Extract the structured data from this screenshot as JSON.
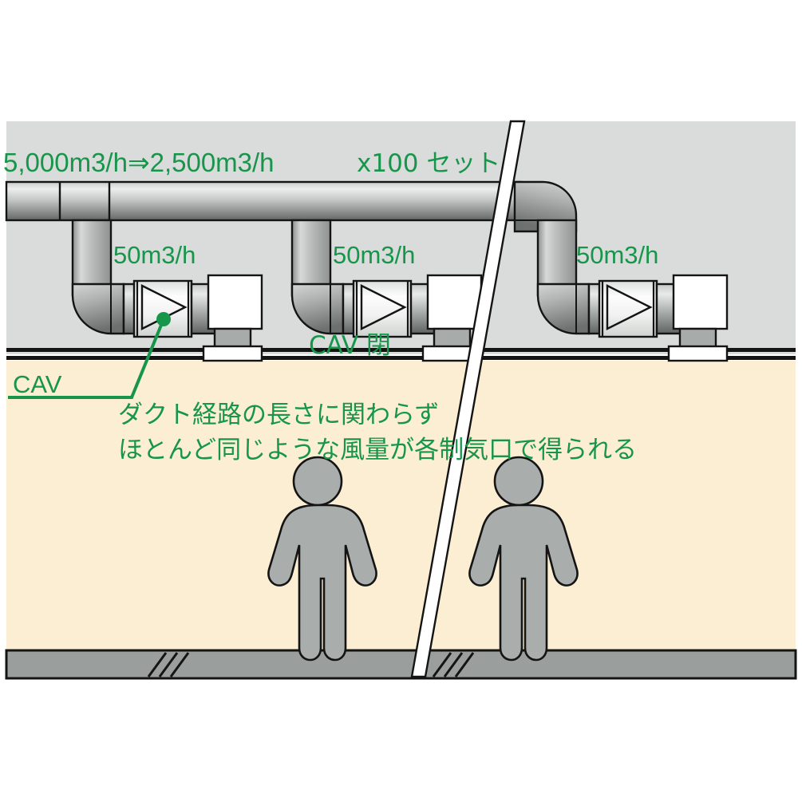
{
  "diagram": {
    "title": "CAV (Constant Air Volume) duct distribution diagram",
    "colors": {
      "annotation_green": "#17964b",
      "plenum_gray": "#d9dcda",
      "room_cream": "#fbeed3",
      "duct_light": "#e9ebea",
      "duct_mid": "#b9bcba",
      "duct_dark": "#6e7270",
      "slab_gray": "#9a9e9c",
      "figure_gray": "#a9aead",
      "outline_black": "#141414",
      "white": "#ffffff"
    },
    "labels": {
      "main_flow": "5,000m3/h⇒2,500m3/h",
      "set_count": "x100 セット",
      "branch_flow_1": "50m3/h",
      "branch_flow_2": "50m3/h",
      "branch_flow_3": "50m3/h",
      "cav_closed": "CAV 閉",
      "cav_callout": "CAV",
      "note_line_1": "ダクト経路の長さに関わらず",
      "note_line_2": "ほとんど同じような風量が各制気口で得られる"
    },
    "elements": {
      "main_duct_name": "main-supply-duct",
      "branch_count": 3,
      "cav_unit_name": "cav-damper",
      "diffuser_name": "ceiling-diffuser",
      "figure_count": 2,
      "break_line_name": "diagonal-break-line",
      "floor_slab_name": "floor-slab"
    }
  }
}
